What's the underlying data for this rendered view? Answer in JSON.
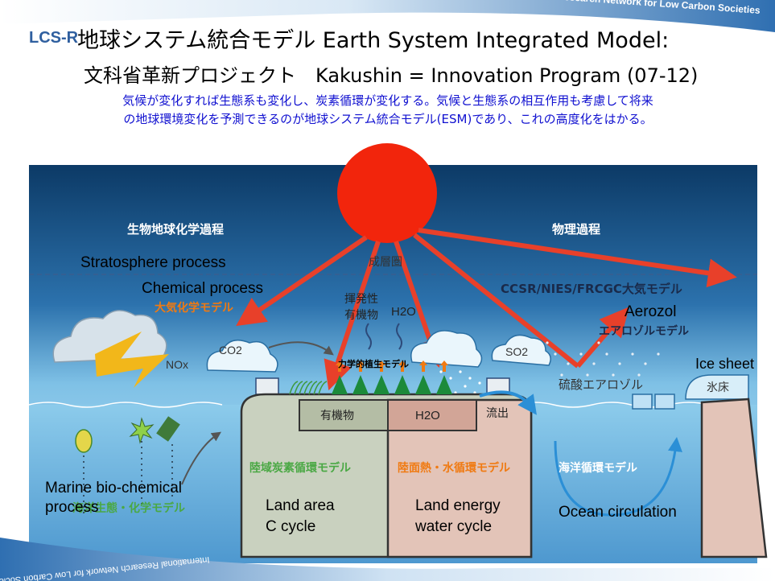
{
  "header": {
    "banner_text": "International Research Network for Low Carbon Societies",
    "logo": "LCS-R",
    "title_line1": "地球システム統合モデル Earth System Integrated Model:",
    "title_line2": "文科省革新プロジェクト　Kakushin = Innovation Program (07-12)",
    "description_line1": "気候が変化すれば生態系も変化し、炭素循環が変化する。気候と生態系の相互作用も考慮して将来",
    "description_line2": "の地球環境変化を予測できるのが地球システム統合モデル(ESM)であり、これの高度化をはかる。"
  },
  "diagram": {
    "biogeochem_process_jp": "生物地球化学過程",
    "physical_process_jp": "物理過程",
    "stratosphere_jp": "成層圏",
    "stratosphere_en": "Stratosphere process",
    "chemical_process_en": "Chemical process",
    "atmos_chem_model_jp": "大気化学モデル",
    "voc_jp_line1": "揮発性",
    "voc_jp_line2": "有機物",
    "h2o_label": "H2O",
    "ccsr_model": "CCSR/NIES/FRCGC大気モデル",
    "aerozol_en": "Aerozol",
    "aerosol_model_jp": "エアロゾルモデル",
    "nox": "NOx",
    "co2": "CO2",
    "so2": "SO2",
    "dynamic_veg_jp": "力学的植生モデル",
    "sulfate_aerosol_jp": "硫酸エアロゾル",
    "ice_sheet_en": "Ice sheet",
    "ice_sheet_jp": "氷床",
    "organic_matter_jp": "有機物",
    "h2o_box": "H2O",
    "runoff_jp": "流出",
    "land_carbon_model_jp": "陸域炭素循環モデル",
    "land_heat_water_model_jp": "陸面熱・水循環モデル",
    "ocean_circ_model_jp": "海洋循環モデル",
    "marine_en_line1": "Marine bio-chemical",
    "marine_en_line2": "process",
    "marine_jp": "海洋生態・化学モデル",
    "land_c_en_line1": "Land area",
    "land_c_en_line2": "C cycle",
    "land_energy_en_line1": "Land energy",
    "land_energy_en_line2": "water cycle",
    "ocean_circ_en": "Ocean circulation"
  },
  "footer": {
    "mirrored_text": "International Research Network for Low Carbon Societies"
  },
  "colors": {
    "sky_top": "#0c3a66",
    "sky_mid": "#3f8fc6",
    "sky_low": "#a9d8f0",
    "sun": "#f2250c",
    "arrow": "#e8402a",
    "land_green": "#c9d1bf",
    "land_pink": "#e3c4b8",
    "ocean": "#6fb2dc",
    "title_blue": "#1010d0",
    "orange_label": "#f07a12",
    "green_label": "#4aa844"
  }
}
